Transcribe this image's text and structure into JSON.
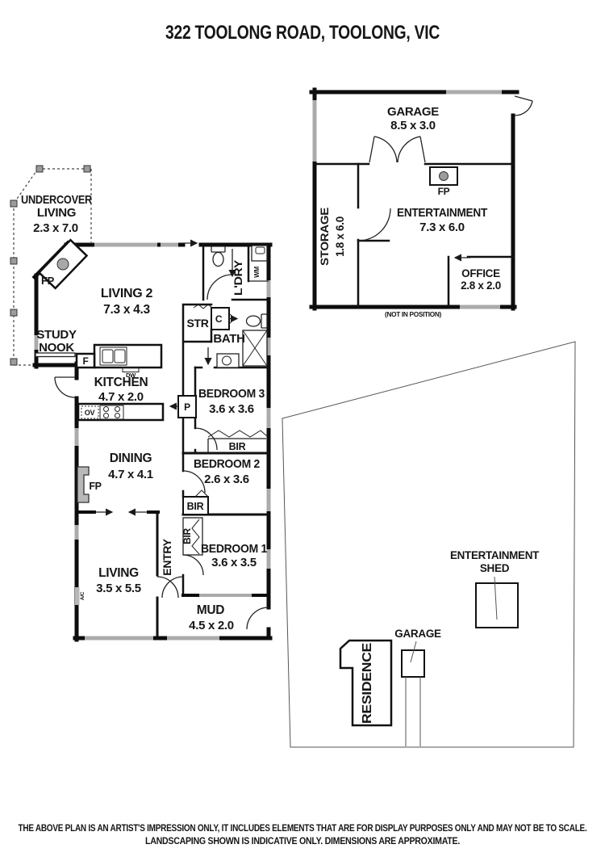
{
  "title": "322 TOOLONG ROAD, TOOLONG, VIC",
  "labels": {
    "fp": "FP",
    "bir": "BIR",
    "wm": "WM",
    "dw": "DW",
    "ov": "OV",
    "fridge": "F",
    "cupboard": "C",
    "pantry": "P",
    "ac": "A/C",
    "entry": "ENTRY",
    "laundry": "L'DRY",
    "bath": "BATH",
    "store": "STR",
    "study1": "STUDY",
    "study2": "NOOK"
  },
  "outbuilding": {
    "garage": {
      "name": "GARAGE",
      "dims": "8.5 x 3.0"
    },
    "entertainment": {
      "name": "ENTERTAINMENT",
      "dims": "7.3 x 6.0"
    },
    "storage": {
      "name": "STORAGE",
      "dims": "1.8 x 6.0"
    },
    "office": {
      "name": "OFFICE",
      "dims": "2.8 x 2.0"
    },
    "note": "(NOT IN POSITION)"
  },
  "house": {
    "undercover": {
      "line1": "UNDERCOVER",
      "line2": "LIVING",
      "dims": "2.3 x 7.0"
    },
    "living2": {
      "name": "LIVING 2",
      "dims": "7.3 x 4.3"
    },
    "kitchen": {
      "name": "KITCHEN",
      "dims": "4.7 x 2.0"
    },
    "dining": {
      "name": "DINING",
      "dims": "4.7 x 4.1"
    },
    "living": {
      "name": "LIVING",
      "dims": "3.5 x 5.5"
    },
    "mud": {
      "name": "MUD",
      "dims": "4.5 x 2.0"
    },
    "bedroom1": {
      "name": "BEDROOM 1",
      "dims": "3.6 x 3.5"
    },
    "bedroom2": {
      "name": "BEDROOM 2",
      "dims": "2.6 x 3.6"
    },
    "bedroom3": {
      "name": "BEDROOM 3",
      "dims": "3.6 x 3.6"
    }
  },
  "site": {
    "residence": "RESIDENCE",
    "garage": "GARAGE",
    "shed_line1": "ENTERTAINMENT",
    "shed_line2": "SHED"
  },
  "disclaimer": {
    "line1": "THE ABOVE PLAN IS AN ARTIST'S IMPRESSION ONLY, IT INCLUDES ELEMENTS THAT ARE FOR DISPLAY PURPOSES ONLY AND MAY NOT BE TO SCALE.",
    "line2": "LANDSCAPING SHOWN IS INDICATIVE ONLY. DIMENSIONS ARE APPROXIMATE."
  }
}
